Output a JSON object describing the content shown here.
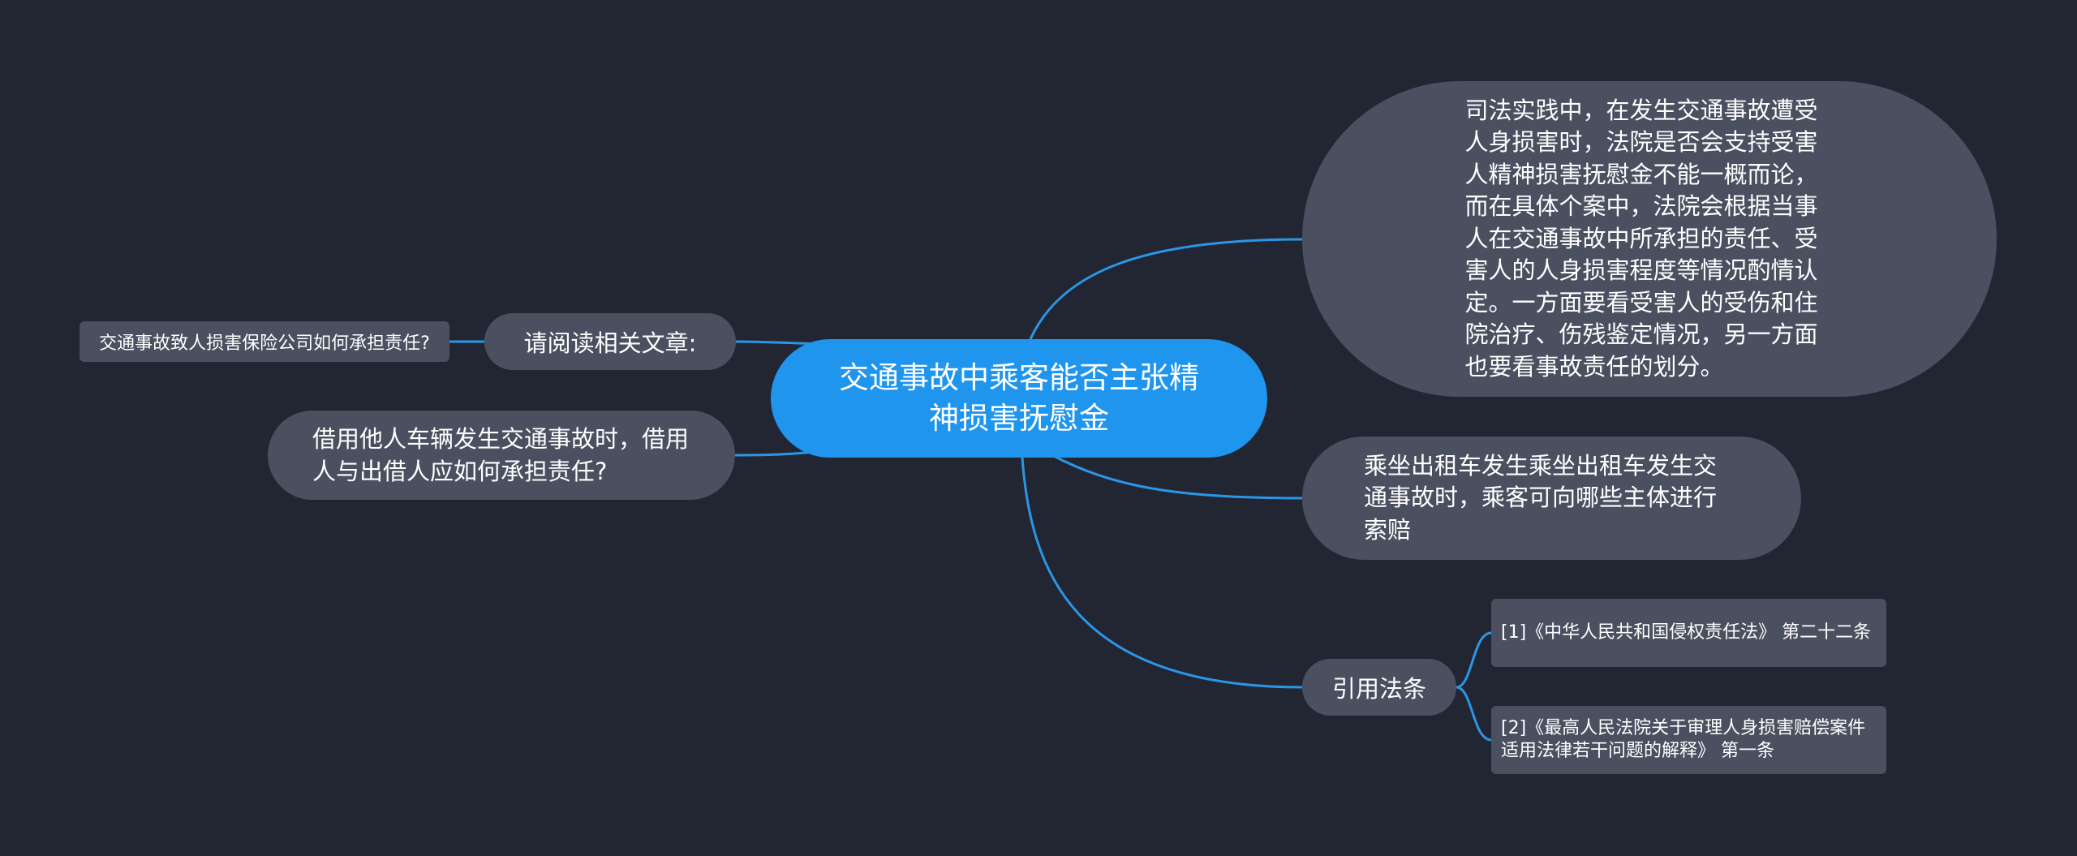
{
  "mindmap": {
    "root": {
      "label": "交通事故中乘客能否主张精神损害抚慰金"
    },
    "right": [
      {
        "label": "司法实践中，在发生交通事故遭受人身损害时，法院是否会支持受害人精神损害抚慰金不能一概而论，而在具体个案中，法院会根据当事人在交通事故中所承担的责任、受害人的人身损害程度等情况酌情认定。一方面要看受害人的受伤和住院治疗、伤残鉴定情况，另一方面也要看事故责任的划分。"
      },
      {
        "label": "乘坐出租车发生乘坐出租车发生交通事故时，乘客可向哪些主体进行索赔"
      },
      {
        "label": "引用法条",
        "children": [
          {
            "label": "[1]《中华人民共和国侵权责任法》 第二十二条"
          },
          {
            "label": "[2]《最高人民法院关于审理人身损害赔偿案件适用法律若干问题的解释》 第一条"
          }
        ]
      }
    ],
    "left": [
      {
        "label": "请阅读相关文章:",
        "children": [
          {
            "label": "交通事故致人损害保险公司如何承担责任?"
          }
        ]
      },
      {
        "label": "借用他人车辆发生交通事故时，借用人与出借人应如何承担责任?"
      }
    ]
  },
  "colors": {
    "background": "#222633",
    "root_fill": "#1f95ee",
    "node_fill": "#4a5060",
    "link": "#2b96e6",
    "text": "#ffffff"
  }
}
